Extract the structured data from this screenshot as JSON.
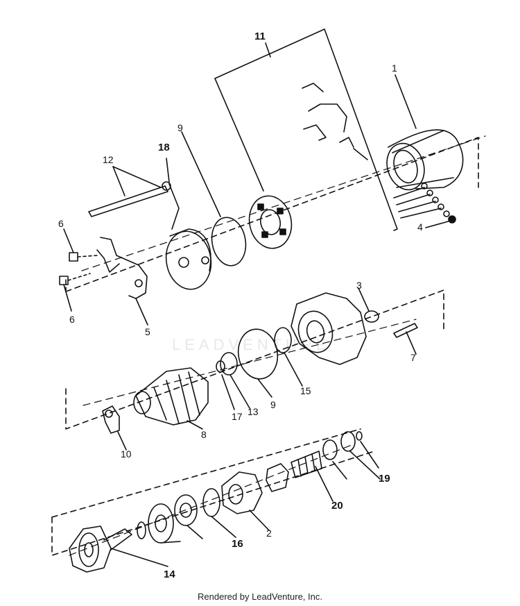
{
  "callouts": {
    "c1": "1",
    "c2": "2",
    "c3": "3",
    "c4": "4",
    "c5": "5",
    "c6a": "6",
    "c6b": "6",
    "c7": "7",
    "c8": "8",
    "c9a": "9",
    "c9b": "9",
    "c10": "10",
    "c11": "11",
    "c12": "12",
    "c13": "13",
    "c14": "14",
    "c15": "15",
    "c16": "16",
    "c17": "17",
    "c18": "18",
    "c19": "19",
    "c20": "20"
  },
  "watermark": "LEADVENTURE",
  "footer": "Rendered by LeadVenture, Inc."
}
